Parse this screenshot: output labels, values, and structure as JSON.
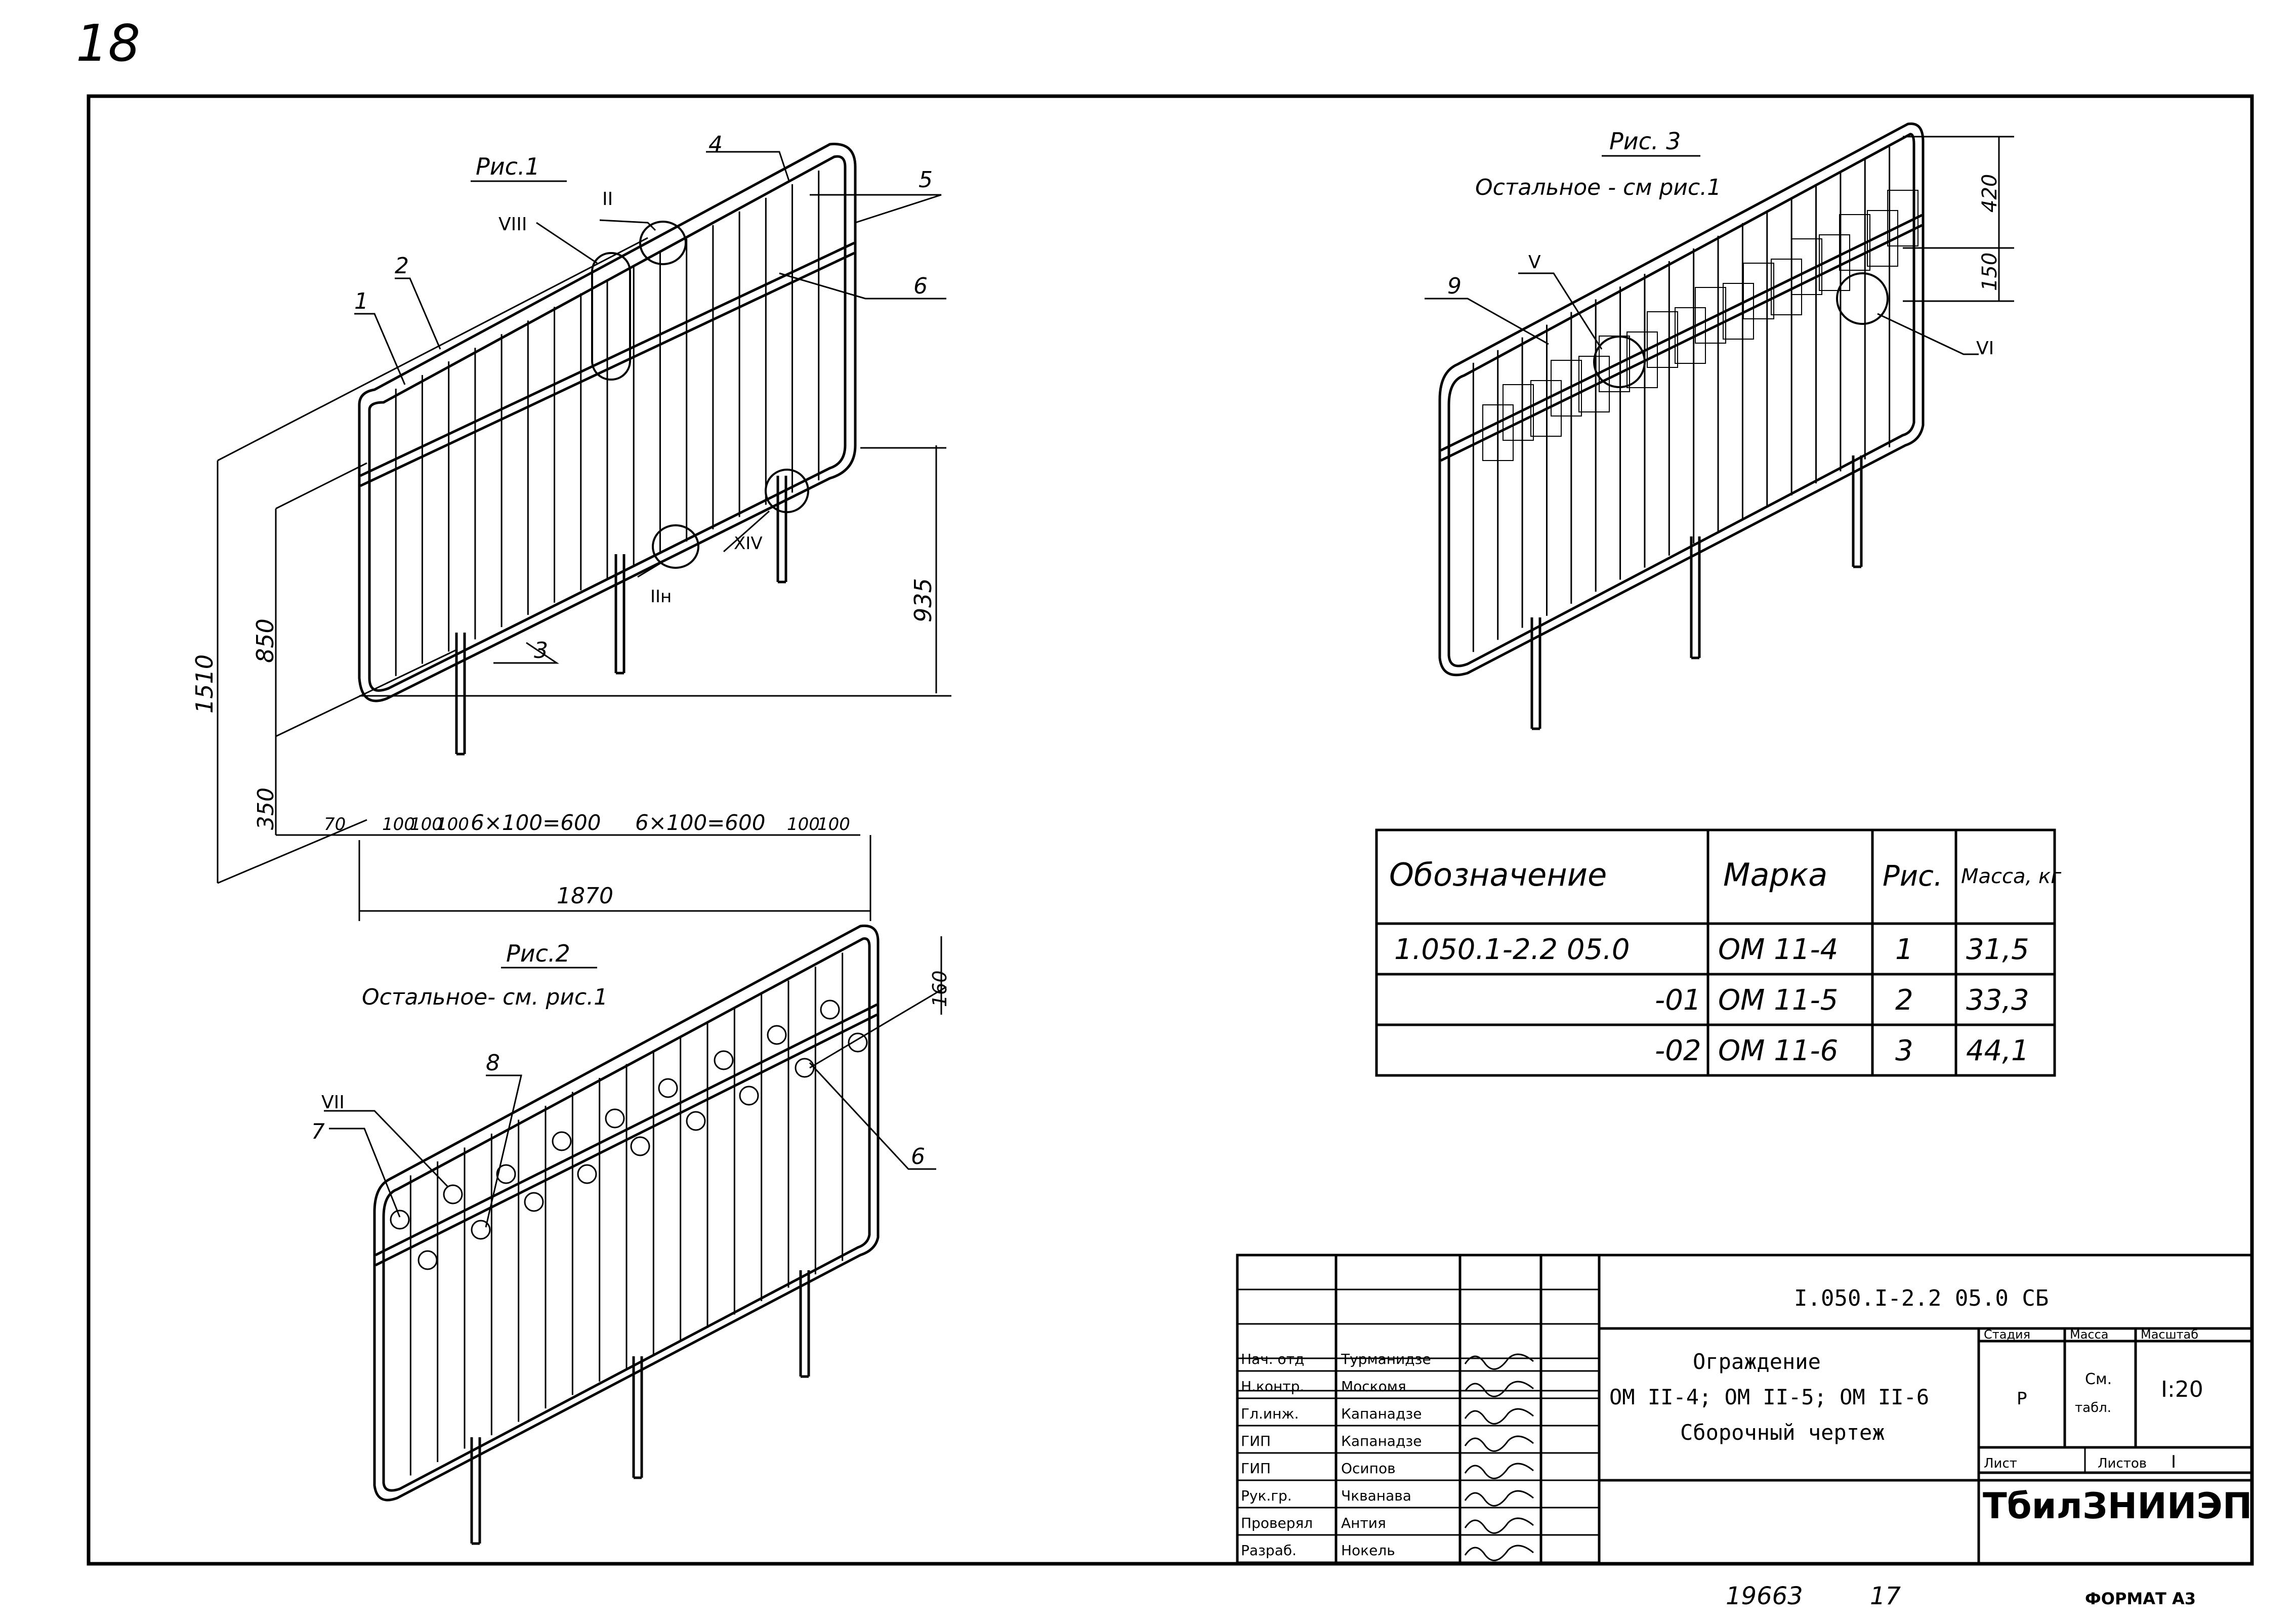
{
  "page_number": "18",
  "figures": {
    "fig1": {
      "title": "Рис.1"
    },
    "fig2": {
      "title": "Рис.2",
      "note": "Остальное- см. рис.1"
    },
    "fig3": {
      "title": "Рис. 3",
      "note": "Остальное - см рис.1"
    }
  },
  "callouts": {
    "fig1": [
      "1",
      "2",
      "3",
      "4",
      "5",
      "6",
      "VIII",
      "II",
      "XIV",
      "IIн"
    ],
    "fig2": [
      "7",
      "VII",
      "8",
      "6"
    ],
    "fig3": [
      "9",
      "V",
      "VI"
    ]
  },
  "dimensions": {
    "fig1": {
      "overall_height": "1510",
      "rail_height": "850",
      "post_embed": "350",
      "right_height": "935",
      "overall_length": "1870",
      "spacing": [
        "70",
        "100",
        "100",
        "100",
        "6×100=600",
        "6×100=600",
        "100",
        "100"
      ]
    },
    "fig2": {
      "offset": "160"
    },
    "fig3": {
      "top": "420",
      "mid": "150"
    }
  },
  "spec_table": {
    "headers": [
      "Обозначение",
      "Марка",
      "Рис.",
      "Масса, кг"
    ],
    "rows": [
      [
        "1.050.1-2.2 05.0",
        "ОМ 11-4",
        "1",
        "31,5"
      ],
      [
        "-01",
        "ОМ 11-5",
        "2",
        "33,3"
      ],
      [
        "-02",
        "ОМ 11-6",
        "3",
        "44,1"
      ]
    ]
  },
  "title_block": {
    "doc_code": "I.050.I-2.2 05.0 СБ",
    "title_lines": [
      "Ограждение",
      "ОМ II-4; ОМ II-5; ОМ II-6",
      "Сборочный чертеж"
    ],
    "headers": {
      "stage": "Стадия",
      "mass": "Масса",
      "scale": "Масштаб"
    },
    "stage": "Р",
    "mass_lines": [
      "См.",
      "табл."
    ],
    "scale": "I:20",
    "sheet_label": "Лист",
    "sheets_label": "Листов",
    "sheets_count": "I",
    "org": "ТбилЗНИИЭП",
    "signatures": [
      {
        "role": "Нач. отд",
        "name": "Турманидзе"
      },
      {
        "role": "Н.контр.",
        "name": "Москомя"
      },
      {
        "role": "Гл.инж.",
        "name": "Капанадзе"
      },
      {
        "role": "ГИП",
        "name": "Капанадзе"
      },
      {
        "role": "ГИП",
        "name": "Осипов"
      },
      {
        "role": "Рук.гр.",
        "name": "Чкванава"
      },
      {
        "role": "Проверял",
        "name": "Антия"
      },
      {
        "role": "Разраб.",
        "name": "Нокель"
      }
    ]
  },
  "footer": {
    "inventory": "19663",
    "copy": "17",
    "format": "ФОРМАТ А3"
  }
}
